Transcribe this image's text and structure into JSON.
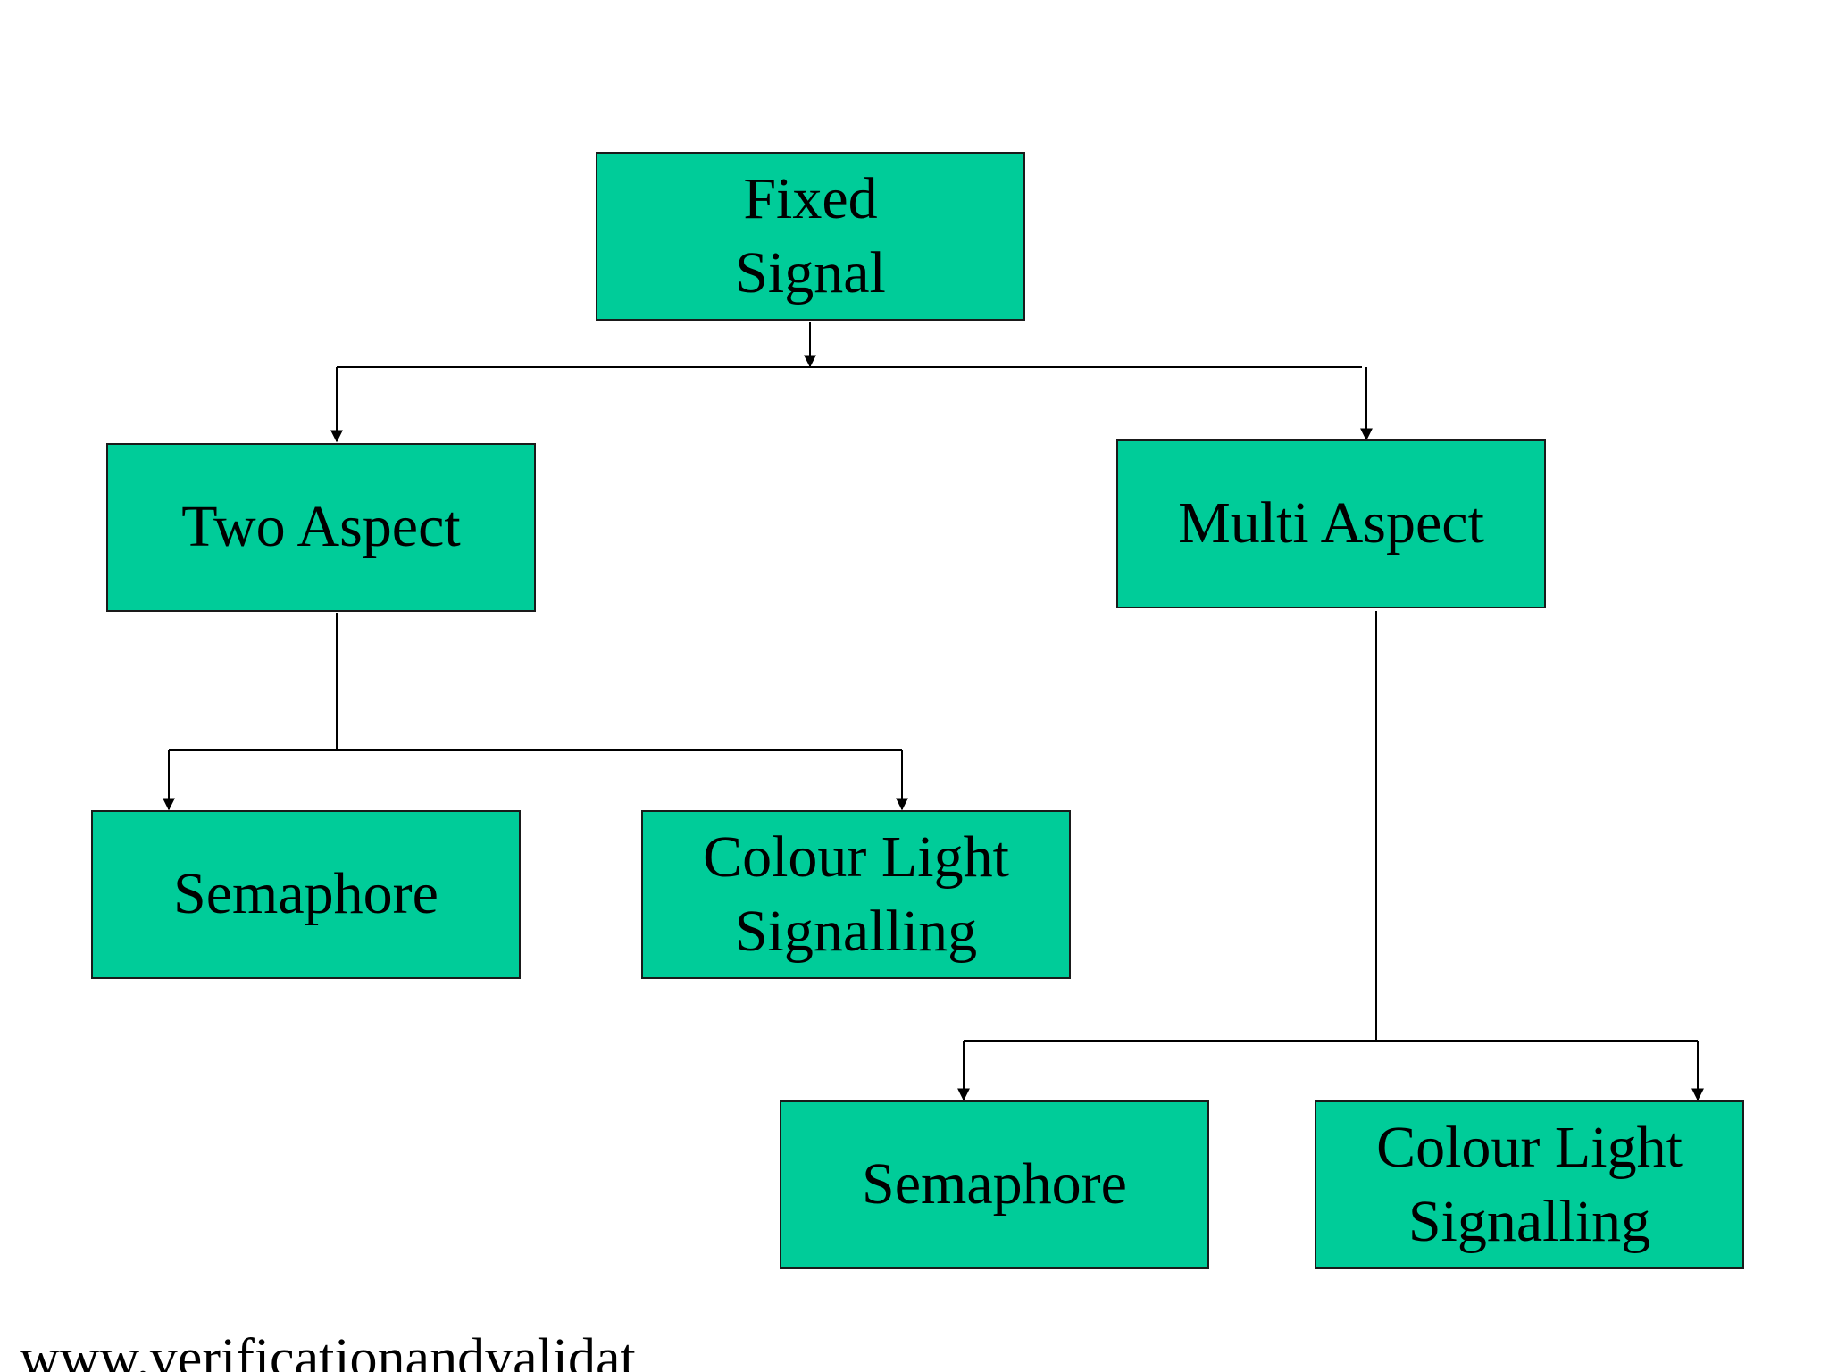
{
  "diagram": {
    "fill_color": "#00CC99",
    "line_color": "#000000",
    "nodes": {
      "fixed_signal": "Fixed\nSignal",
      "two_aspect": "Two Aspect",
      "multi_aspect": "Multi Aspect",
      "two_aspect_semaphore": "Semaphore",
      "two_aspect_colour_light": "Colour Light\nSignalling",
      "multi_aspect_semaphore": "Semaphore",
      "multi_aspect_colour_light": "Colour Light\nSignalling"
    }
  },
  "footer": {
    "text": "www.verificationandvalidat"
  }
}
